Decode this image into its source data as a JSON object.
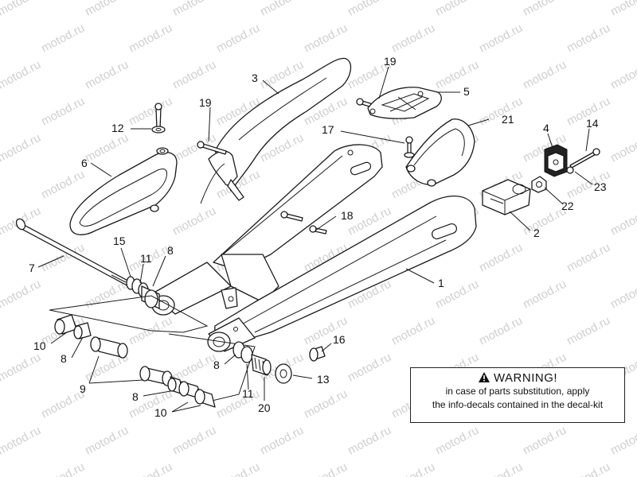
{
  "watermark": "motod.ru",
  "parts": [
    {
      "id": "label-1",
      "text": "1"
    },
    {
      "id": "label-2",
      "text": "2"
    },
    {
      "id": "label-3",
      "text": "3"
    },
    {
      "id": "label-4",
      "text": "4"
    },
    {
      "id": "label-5",
      "text": "5"
    },
    {
      "id": "label-6",
      "text": "6"
    },
    {
      "id": "label-7",
      "text": "7"
    },
    {
      "id": "label-8a",
      "text": "8"
    },
    {
      "id": "label-8b",
      "text": "8"
    },
    {
      "id": "label-8c",
      "text": "8"
    },
    {
      "id": "label-8d",
      "text": "8"
    },
    {
      "id": "label-9",
      "text": "9"
    },
    {
      "id": "label-10a",
      "text": "10"
    },
    {
      "id": "label-10b",
      "text": "10"
    },
    {
      "id": "label-11a",
      "text": "11"
    },
    {
      "id": "label-11b",
      "text": "11"
    },
    {
      "id": "label-12",
      "text": "12"
    },
    {
      "id": "label-13",
      "text": "13"
    },
    {
      "id": "label-14",
      "text": "14"
    },
    {
      "id": "label-15",
      "text": "15"
    },
    {
      "id": "label-16",
      "text": "16"
    },
    {
      "id": "label-17",
      "text": "17"
    },
    {
      "id": "label-18",
      "text": "18"
    },
    {
      "id": "label-19a",
      "text": "19"
    },
    {
      "id": "label-19b",
      "text": "19"
    },
    {
      "id": "label-20",
      "text": "20"
    },
    {
      "id": "label-21",
      "text": "21"
    },
    {
      "id": "label-22",
      "text": "22"
    },
    {
      "id": "label-23",
      "text": "23"
    }
  ],
  "warning": {
    "title": "WARNING!",
    "line1": "in case of parts substitution, apply",
    "line2": "the info-decals contained in the decal-kit"
  }
}
